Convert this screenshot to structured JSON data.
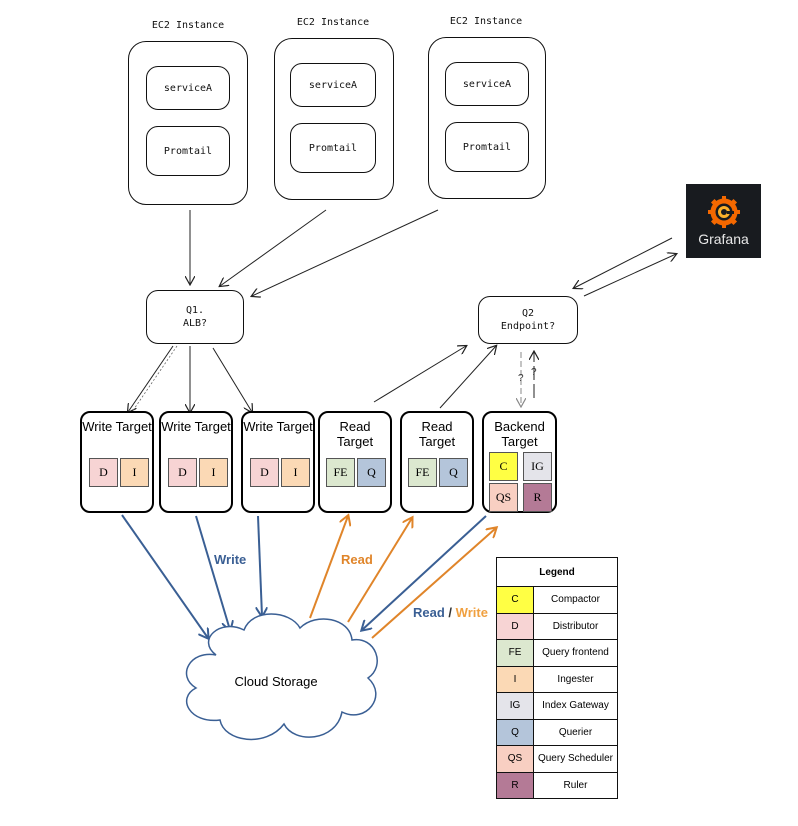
{
  "ec2_instances": [
    {
      "title": "EC2 Instance",
      "service": "serviceA",
      "agent": "Promtail"
    },
    {
      "title": "EC2 Instance",
      "service": "serviceA",
      "agent": "Promtail"
    },
    {
      "title": "EC2 Instance",
      "service": "serviceA",
      "agent": "Promtail"
    }
  ],
  "q1": {
    "line1": "Q1.",
    "line2": "ALB?"
  },
  "q2": {
    "line1": "Q2",
    "line2": "Endpoint?",
    "question_marks": [
      "?",
      "?"
    ]
  },
  "grafana": {
    "label": "Grafana",
    "brand_color": "#f46800"
  },
  "targets": [
    {
      "title": "Write Target",
      "components": [
        "D",
        "I"
      ]
    },
    {
      "title": "Write Target",
      "components": [
        "D",
        "I"
      ]
    },
    {
      "title": "Write Target",
      "components": [
        "D",
        "I"
      ]
    },
    {
      "title": "Read Target",
      "components": [
        "FE",
        "Q"
      ]
    },
    {
      "title": "Read Target",
      "components": [
        "FE",
        "Q"
      ]
    },
    {
      "title": "Backend Target",
      "components": [
        "C",
        "IG",
        "QS",
        "R"
      ]
    }
  ],
  "cloud_storage": {
    "label": "Cloud Storage"
  },
  "flow_labels": {
    "write": "Write",
    "read": "Read",
    "read_part": "Read",
    "separator": "/",
    "write_part": "Write"
  },
  "colors": {
    "write": "#3a5f94",
    "read": "#e0852a"
  },
  "legend": {
    "title": "Legend",
    "rows": [
      {
        "code": "C",
        "name": "Compactor",
        "color": "#ffff44"
      },
      {
        "code": "D",
        "name": "Distributor",
        "color": "#f7d4d4"
      },
      {
        "code": "FE",
        "name": "Query frontend",
        "color": "#dce8cf"
      },
      {
        "code": "I",
        "name": "Ingester",
        "color": "#fbd9b5"
      },
      {
        "code": "IG",
        "name": "Index Gateway",
        "color": "#e4e4ea"
      },
      {
        "code": "Q",
        "name": "Querier",
        "color": "#b4c5da"
      },
      {
        "code": "QS",
        "name": "Query Scheduler",
        "color": "#f8cfc2"
      },
      {
        "code": "R",
        "name": "Ruler",
        "color": "#b47a96"
      }
    ]
  }
}
